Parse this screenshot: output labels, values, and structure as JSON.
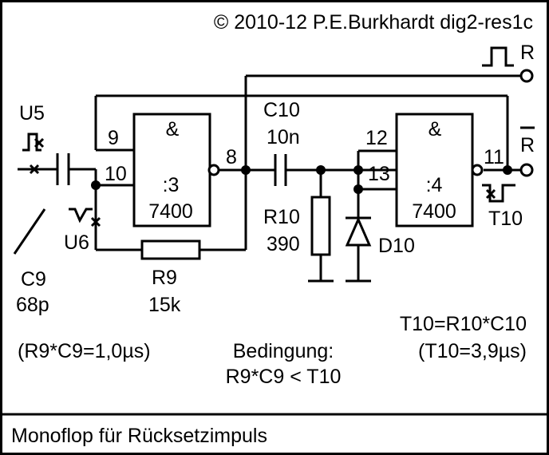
{
  "copyright": "© 2010-12 P.E.Burkhardt dig2-res1c",
  "caption": "Monoflop für Rücksetzimpuls",
  "labels": {
    "u5": "U5",
    "u6": "U6",
    "c9_name": "C9",
    "c9_value": "68p",
    "r9_name": "R9",
    "r9_value": "15k",
    "c10_name": "C10",
    "c10_value": "10n",
    "r10_name": "R10",
    "r10_value": "390",
    "d10": "D10",
    "t10": "T10",
    "out_r": "R",
    "out_rbar": "R"
  },
  "gate1": {
    "symbol": "&",
    "unit": ":3",
    "type": "7400",
    "pin_a": "9",
    "pin_b": "10",
    "pin_out": "8"
  },
  "gate2": {
    "symbol": "&",
    "unit": ":4",
    "type": "7400",
    "pin_a": "12",
    "pin_b": "13",
    "pin_out": "11"
  },
  "notes": {
    "rc9": "(R9*C9=1,0µs)",
    "condition_title": "Bedingung:",
    "condition": "R9*C9 < T10",
    "t10_formula": "T10=R10*C10",
    "t10_value": "(T10=3,9µs)"
  }
}
